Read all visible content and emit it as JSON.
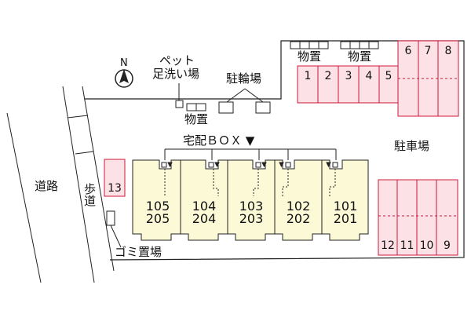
{
  "labels": {
    "pet_wash": "ペット足洗い場",
    "pet_wash_line1": "ペット",
    "pet_wash_line2": "足洗い場",
    "bicycle_parking": "駐輪場",
    "storage_left": "物置",
    "storage_top1": "物置",
    "storage_top2": "物置",
    "delivery_box": "宅配ＢＯＸ ▼",
    "parking_lot": "駐車場",
    "road": "道路",
    "sidewalk": "歩道",
    "garbage": "ゴミ置場"
  },
  "parking_top": [
    "1",
    "2",
    "3",
    "4",
    "5"
  ],
  "parking_top_right": [
    "6",
    "7",
    "8"
  ],
  "parking_bottom_right": [
    "12",
    "11",
    "10",
    "9"
  ],
  "parking_left": "13",
  "units": [
    {
      "lower": "105",
      "upper": "205"
    },
    {
      "lower": "104",
      "upper": "204"
    },
    {
      "lower": "103",
      "upper": "203"
    },
    {
      "lower": "102",
      "upper": "202"
    },
    {
      "lower": "101",
      "upper": "201"
    }
  ],
  "compass": "N",
  "colors": {
    "building": "#fcf9d6",
    "parking_fill": "#fce1e6",
    "parking_line": "#d0183a",
    "outline": "#222222"
  }
}
